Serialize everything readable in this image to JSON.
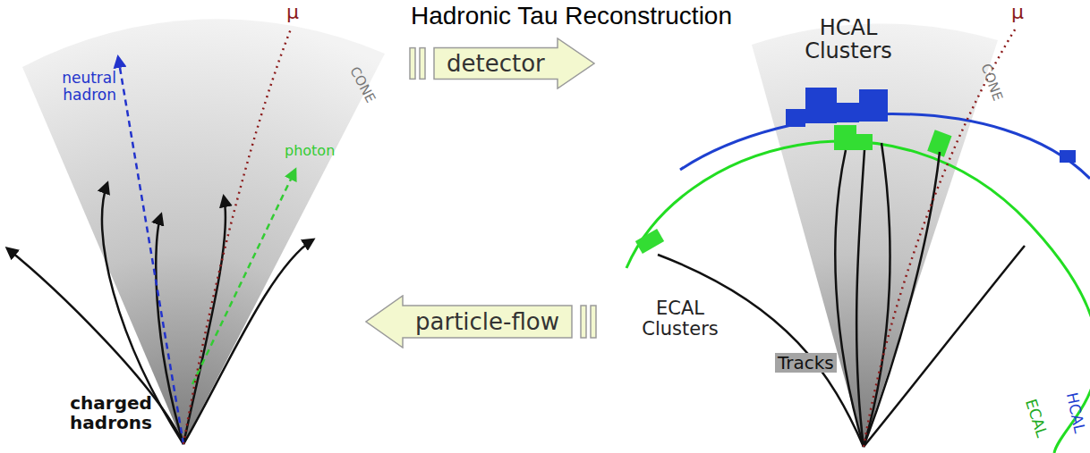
{
  "diagram": {
    "title": "Hadronic Tau Reconstruction",
    "nodes": [
      {
        "text": [
          "detector"
        ]
      },
      {
        "text": [
          "particle-flow"
        ]
      }
    ],
    "labels": [
      "neutral hadron",
      "μ",
      "photon",
      "CONE",
      "charged hadrons",
      "HCAL Clusters",
      "μ",
      "CONE",
      "ECAL Clusters",
      "Tracks",
      "ECAL",
      "HCAL"
    ]
  }
}
